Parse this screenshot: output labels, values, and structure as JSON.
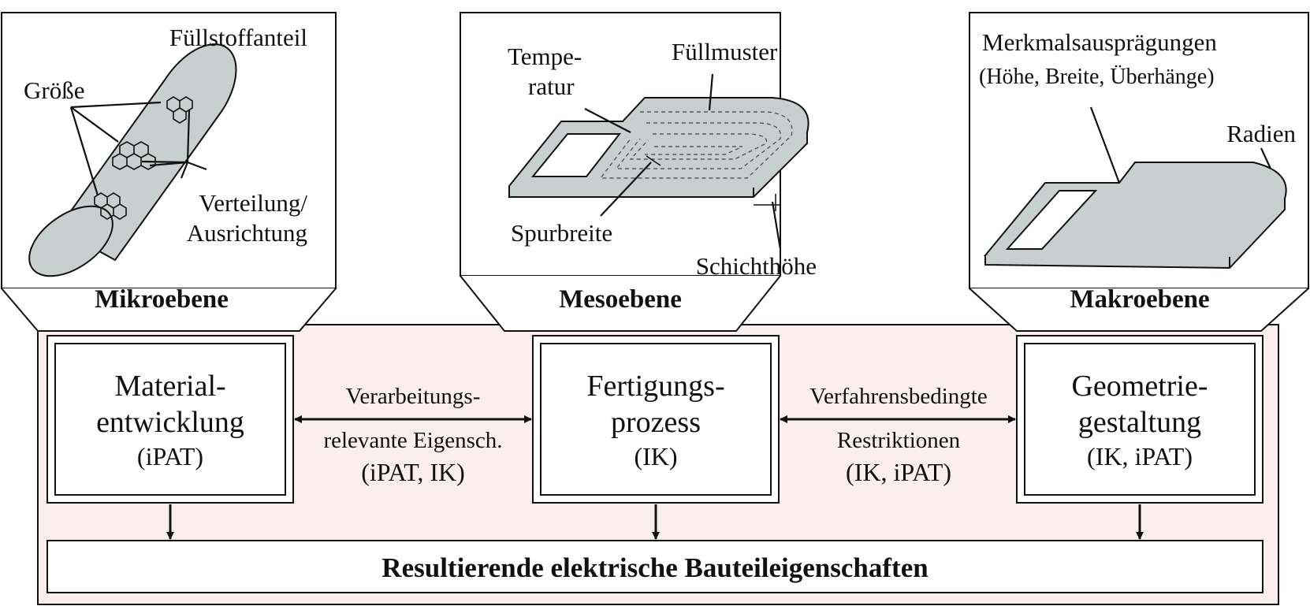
{
  "micro": {
    "title": "Mikroebene",
    "filler_label": "Füllstoffanteil",
    "size_label": "Größe",
    "distribution_label_1": "Verteilung/",
    "distribution_label_2": "Ausrichtung",
    "box_line1": "Material-",
    "box_line2": "entwicklung",
    "box_line3": "(iPAT)"
  },
  "meso": {
    "title": "Mesoebene",
    "temp_label_1": "Tempe-",
    "temp_label_2": "ratur",
    "pattern_label": "Füllmuster",
    "track_label": "Spurbreite",
    "layer_label": "Schichthöhe",
    "box_line1": "Fertigungs-",
    "box_line2": "prozess",
    "box_line3": "(IK)"
  },
  "macro": {
    "title": "Makroebene",
    "features_label_1": "Merkmalsausprägungen",
    "features_label_2": "(Höhe, Breite, Überhänge)",
    "radii_label": "Radien",
    "box_line1": "Geometrie-",
    "box_line2": "gestaltung",
    "box_line3": "(IK, iPAT)"
  },
  "link_left": {
    "line1": "Verarbeitungs-",
    "line2": "relevante Eigensch.",
    "line3": "(iPAT, IK)"
  },
  "link_right": {
    "line1": "Verfahrensbedingte",
    "line2": "Restriktionen",
    "line3": "(IK, iPAT)"
  },
  "result": {
    "label": "Resultierende elektrische Bauteileigenschaften"
  },
  "colors": {
    "background_band": "#fbeeee",
    "part_fill": "#c8cfcf",
    "stroke": "#111111"
  }
}
